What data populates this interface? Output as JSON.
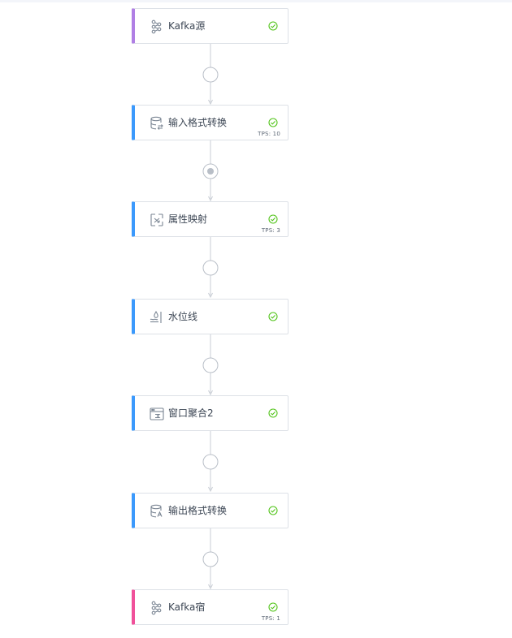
{
  "flow": {
    "nodes": [
      {
        "label": "Kafka源",
        "icon": "branch-icon",
        "status": "success-check-icon",
        "tps": ""
      },
      {
        "label": "输入格式转换",
        "icon": "database-convert-icon",
        "status": "success-check-icon",
        "tps": "TPS: 10"
      },
      {
        "label": "属性映射",
        "icon": "mapping-icon",
        "status": "success-check-icon",
        "tps": "TPS: 3"
      },
      {
        "label": "水位线",
        "icon": "watermark-icon",
        "status": "success-check-icon",
        "tps": ""
      },
      {
        "label": "窗口聚合2",
        "icon": "window-aggregate-icon",
        "status": "success-check-icon",
        "tps": ""
      },
      {
        "label": "输出格式转换",
        "icon": "database-output-icon",
        "status": "success-check-icon",
        "tps": ""
      },
      {
        "label": "Kafka宿",
        "icon": "branch-icon",
        "status": "success-check-icon",
        "tps": "TPS: 1"
      }
    ],
    "node_accent_colors": [
      "#b07fe4",
      "#3b99fc",
      "#3b99fc",
      "#3b99fc",
      "#3b99fc",
      "#3b99fc",
      "#f0519a"
    ],
    "success_color": "#52c41a",
    "connector_color": "#c8cdd4",
    "connector_active_dot": [
      false,
      true,
      false,
      false,
      false,
      false
    ]
  }
}
